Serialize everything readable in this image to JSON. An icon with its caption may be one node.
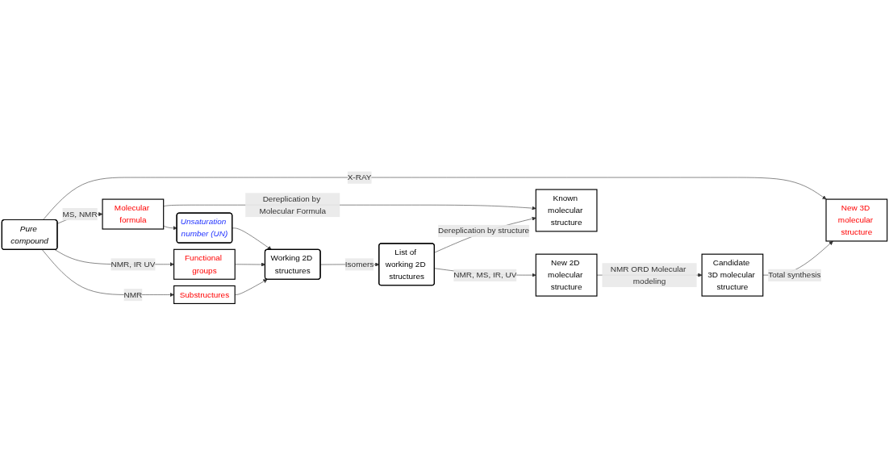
{
  "diagram": {
    "nodes": [
      {
        "text": [
          "Pure compound"
        ]
      },
      {
        "text": [
          "Molecular formula"
        ]
      },
      {
        "text": [
          "Functional groups"
        ]
      },
      {
        "text": [
          "Substructures"
        ]
      },
      {
        "text": [
          "New 3D molecular structure"
        ]
      },
      {
        "text": [
          "Unsaturation number (UN)"
        ]
      },
      {
        "text": [
          "Working 2D structures"
        ]
      },
      {
        "text": [
          "List of working 2D structures"
        ]
      },
      {
        "text": [
          "New 2D molecular structure"
        ]
      },
      {
        "text": [
          "Candidate 3D molecular structure"
        ]
      },
      {
        "text": [
          "Known molecular structure"
        ]
      }
    ],
    "edges": [
      {
        "from": 0,
        "to": 1,
        "arrow": "to",
        "label": "MS, NMR"
      },
      {
        "from": 0,
        "to": 2,
        "arrow": "to",
        "label": "NMR, IR UV"
      },
      {
        "from": 0,
        "to": 3,
        "arrow": "to",
        "label": "NMR"
      },
      {
        "from": 0,
        "to": 4,
        "arrow": "to",
        "label": "X-RAY"
      },
      {
        "from": 1,
        "to": 5,
        "arrow": "to"
      },
      {
        "from": 1,
        "to": 10,
        "arrow": "to",
        "label": "Dereplication by Molecular Formula"
      },
      {
        "from": 5,
        "to": 6,
        "arrow": "to"
      },
      {
        "from": 2,
        "to": 6,
        "arrow": "to"
      },
      {
        "from": 3,
        "to": 6,
        "arrow": "to"
      },
      {
        "from": 6,
        "to": 7,
        "arrow": "to",
        "label": "Isomers"
      },
      {
        "from": 7,
        "to": 10,
        "arrow": "to",
        "label": "Dereplication by structure"
      },
      {
        "from": 7,
        "to": 8,
        "arrow": "to",
        "label": "NMR, MS, IR, UV"
      },
      {
        "from": 8,
        "to": 9,
        "arrow": "to",
        "label": "NMR ORD Molecular modeling"
      },
      {
        "from": 9,
        "to": 4,
        "arrow": "to",
        "label": "Total synthesis"
      }
    ]
  }
}
